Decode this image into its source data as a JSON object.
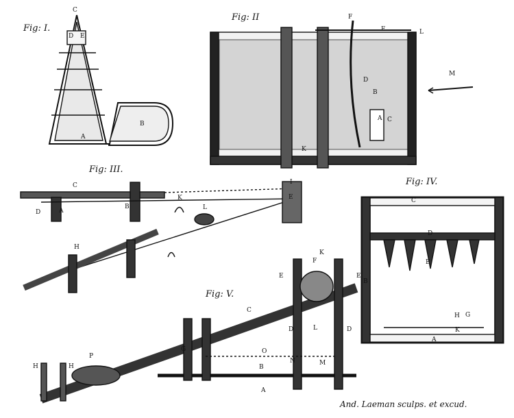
{
  "figures": {
    "fig1": "Fig: I.",
    "fig2": "Fig: II",
    "fig3": "Fig: III.",
    "fig4": "Fig: IV.",
    "fig5": "Fig: V."
  },
  "letters": {
    "f1_c": "C",
    "f1_d": "D",
    "f1_e": "E",
    "f1_a": "A",
    "f1_b": "B",
    "f2_f": "F",
    "f2_l": "L",
    "f2_m": "M",
    "f2_k": "K",
    "f2_a": "A",
    "f2_c": "C",
    "f2_d": "D",
    "f2_e": "E",
    "f2_b": "B",
    "f3_c": "C",
    "f3_d": "D",
    "f3_a": "A",
    "f3_b": "B",
    "f3_k": "K",
    "f3_l": "L",
    "f3_i": "I",
    "f3_e": "E",
    "f3_h": "H",
    "f4_c": "C",
    "f4_d": "D",
    "f4_e": "E",
    "f4_h": "H",
    "f4_g": "G",
    "f4_k": "K",
    "f4_a": "A",
    "f5_c": "C",
    "f5_k": "K",
    "f5_f": "F",
    "f5_e1": "E",
    "f5_e2": "E",
    "f5_b1": "B",
    "f5_d1": "D",
    "f5_d2": "D",
    "f5_l": "L",
    "f5_n": "N",
    "f5_m": "M",
    "f5_o": "O",
    "f5_b2": "B",
    "f5_a": "A",
    "f5_h1": "H",
    "f5_h2": "H",
    "f5_p": "P",
    "f5_g": "G"
  },
  "signature": "And. Laeman sculps. et excud."
}
